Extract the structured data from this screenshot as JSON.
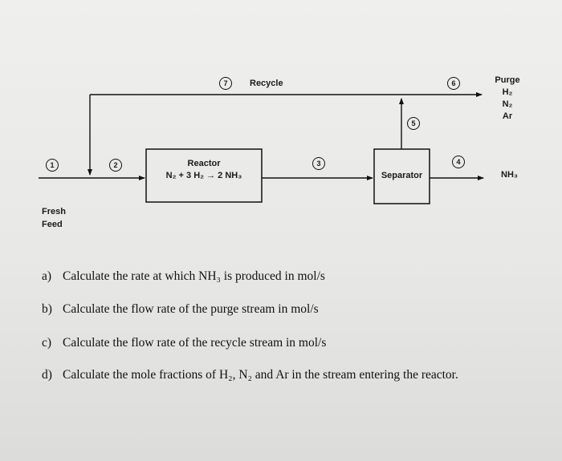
{
  "stream_numbers": {
    "s1": "1",
    "s2": "2",
    "s3": "3",
    "s4": "4",
    "s5": "5",
    "s6": "6",
    "s7": "7"
  },
  "labels": {
    "recycle": "Recycle",
    "purge": "Purge",
    "purge_h2": "H₂",
    "purge_n2": "N₂",
    "purge_ar": "Ar",
    "nh3_out": "NH₃",
    "fresh": "Fresh",
    "feed": "Feed",
    "reactor_title": "Reactor",
    "reactor_eq": "N₂ + 3 H₂ → 2 NH₃",
    "separator": "Separator"
  },
  "questions": [
    {
      "letter": "a)",
      "text": "Calculate the rate at which NH₃ is produced in mol/s"
    },
    {
      "letter": "b)",
      "text": "Calculate the flow rate of the purge stream in mol/s"
    },
    {
      "letter": "c)",
      "text": "Calculate the flow rate of the recycle stream in mol/s"
    },
    {
      "letter": "d)",
      "text": "Calculate the mole fractions of H₂, N₂ and Ar in the stream entering the reactor."
    }
  ]
}
